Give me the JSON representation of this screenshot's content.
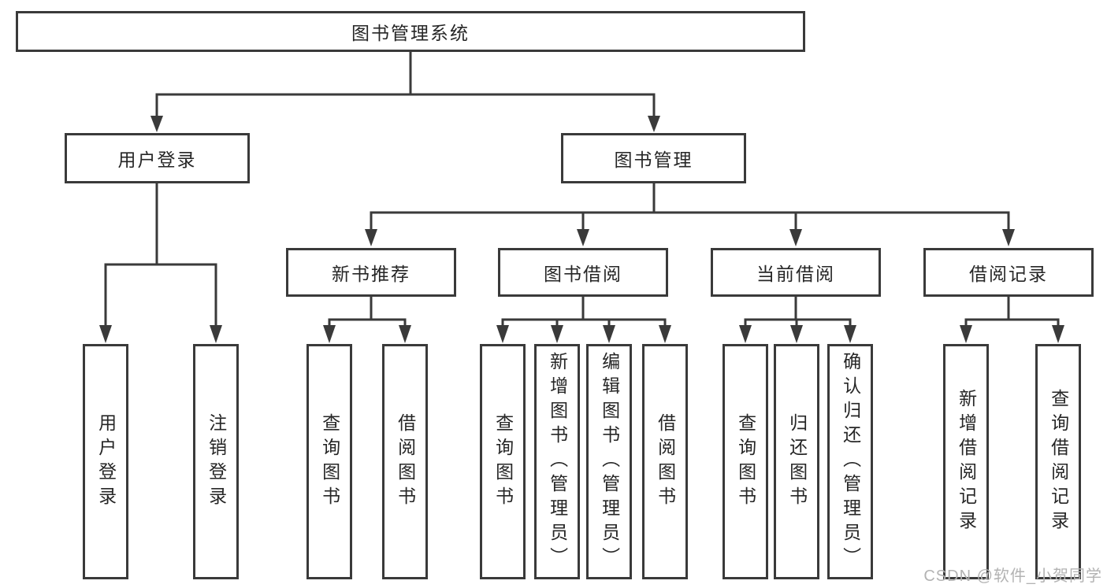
{
  "tree": {
    "root": "图书管理系统",
    "children": [
      {
        "label": "用户登录",
        "children": [
          "用户登录",
          "注销登录"
        ]
      },
      {
        "label": "图书管理",
        "children": [
          {
            "label": "新书推荐",
            "children": [
              "查询图书",
              "借阅图书"
            ]
          },
          {
            "label": "图书借阅",
            "children": [
              "查询图书",
              "新增图书（管理员）",
              "编辑图书（管理员）",
              "借阅图书"
            ]
          },
          {
            "label": "当前借阅",
            "children": [
              "查询图书",
              "归还图书",
              "确认归还（管理员）"
            ]
          },
          {
            "label": "借阅记录",
            "children": [
              "新增借阅记录",
              "查询借阅记录"
            ]
          }
        ]
      }
    ]
  },
  "watermark": {
    "text": "CSDN @软件_小贺同学"
  },
  "colors": {
    "line": "#3a3a3a",
    "box_border": "#3a3a3a",
    "text": "#262626",
    "watermark": "#b3b3b3",
    "background": "#ffffff"
  }
}
